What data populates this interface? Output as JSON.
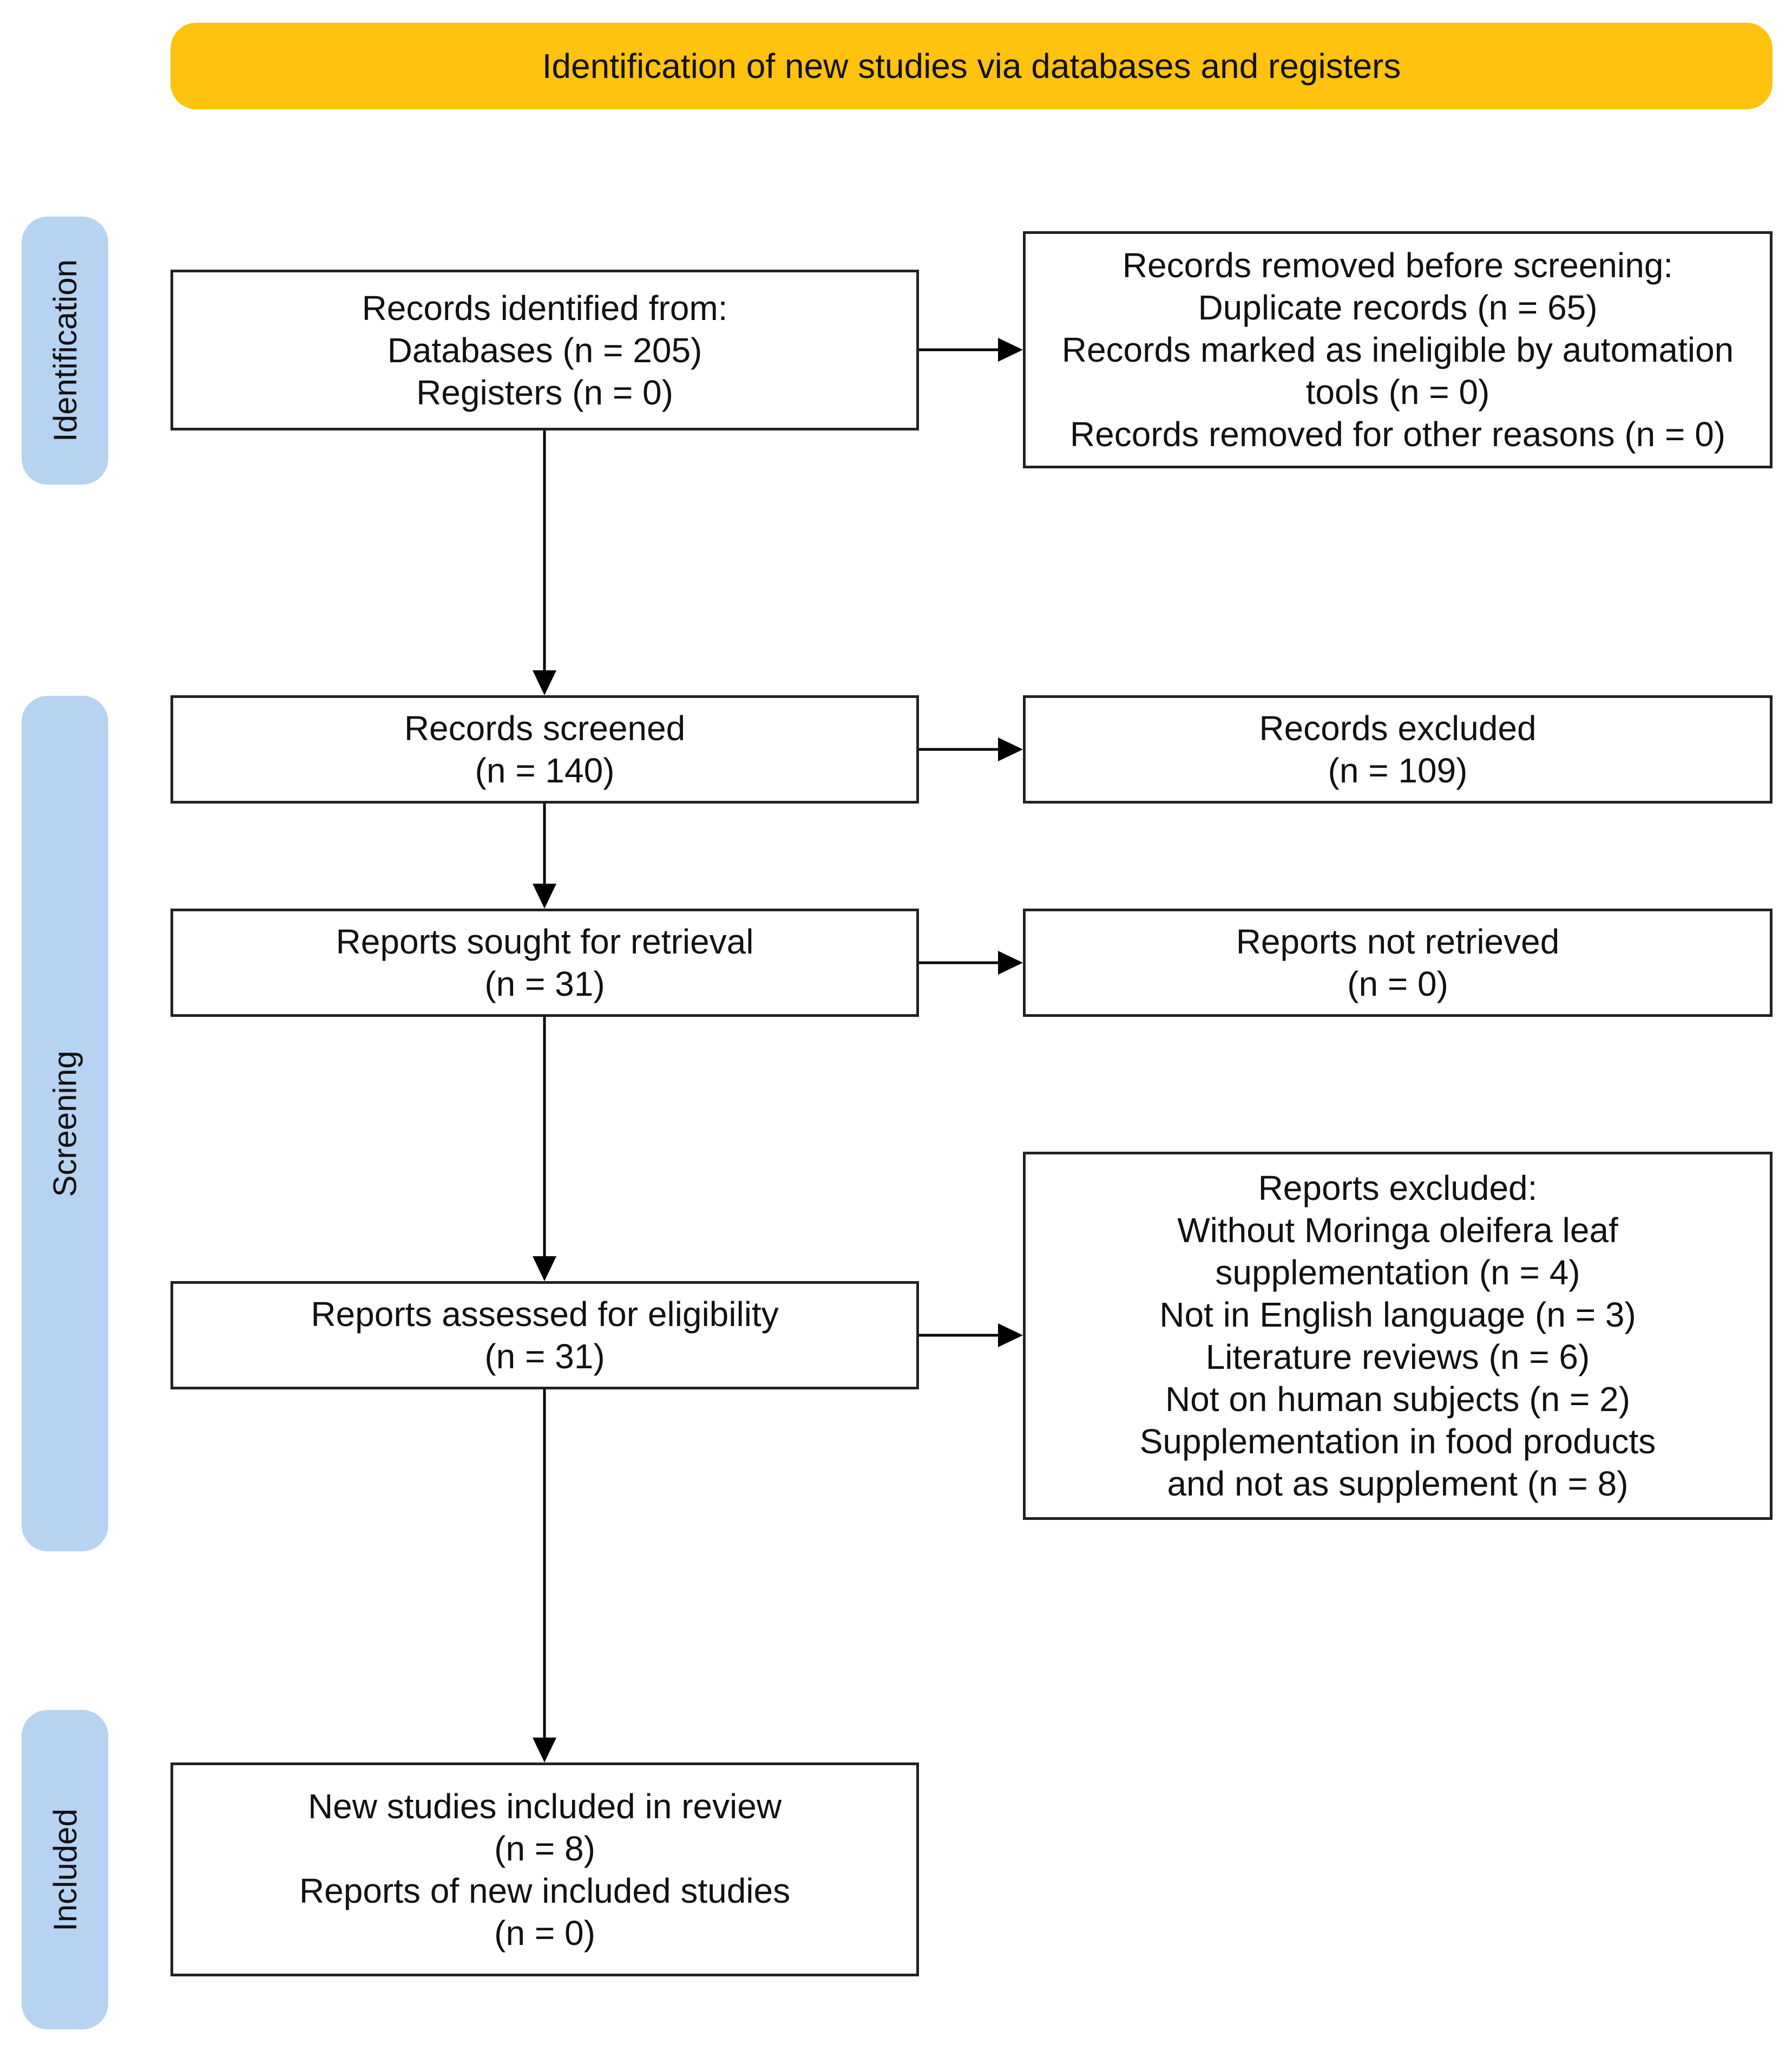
{
  "colors": {
    "banner": "#FFC20E",
    "phase": "#B7D3F2",
    "border": "#222222",
    "arrow": "#000000"
  },
  "header": {
    "title": "Identification of new studies via databases and registers"
  },
  "phases": {
    "identification": "Identification",
    "screening": "Screening",
    "included": "Included"
  },
  "boxes": {
    "identified": {
      "lines": [
        "Records identified from:",
        "Databases (n = 205)",
        "Registers (n = 0)"
      ]
    },
    "removed": {
      "lines": [
        "Records removed before screening:",
        "Duplicate records (n = 65)",
        "Records marked as ineligible by automation",
        "tools (n = 0)",
        "Records removed for other reasons (n = 0)"
      ]
    },
    "screened": {
      "lines": [
        "Records screened",
        "(n = 140)"
      ]
    },
    "excluded": {
      "lines": [
        "Records excluded",
        "(n = 109)"
      ]
    },
    "sought": {
      "lines": [
        "Reports sought for retrieval",
        "(n = 31)"
      ]
    },
    "not_retrieved": {
      "lines": [
        "Reports not retrieved",
        "(n = 0)"
      ]
    },
    "assessed": {
      "lines": [
        "Reports assessed for eligibility",
        "(n = 31)"
      ]
    },
    "reports_excluded": {
      "lines": [
        "Reports excluded:",
        "Without Moringa oleifera leaf",
        "supplementation (n = 4)",
        "Not in English language (n = 3)",
        "Literature reviews (n = 6)",
        "Not on human subjects (n = 2)",
        "Supplementation in food products",
        "and not as supplement (n = 8)"
      ]
    },
    "included": {
      "lines": [
        "New studies included in review",
        "(n = 8)",
        "Reports of new included studies",
        "(n = 0)"
      ]
    }
  }
}
